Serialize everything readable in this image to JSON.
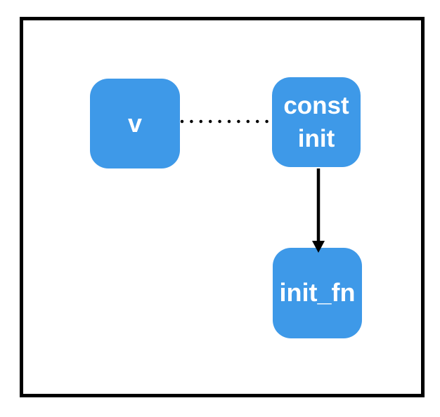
{
  "nodes": {
    "v": {
      "label": "v"
    },
    "const_init": {
      "line1": "const",
      "line2": "init"
    },
    "init_fn": {
      "label": "init_fn"
    }
  },
  "edges": [
    {
      "from": "v",
      "to": "const_init",
      "style": "dotted",
      "directed": false
    },
    {
      "from": "const_init",
      "to": "init_fn",
      "style": "solid",
      "directed": true
    }
  ],
  "colors": {
    "node_fill": "#3E99E8",
    "node_text": "#FFFFFF",
    "edge": "#000000",
    "frame": "#000000",
    "background": "#FFFFFF"
  }
}
